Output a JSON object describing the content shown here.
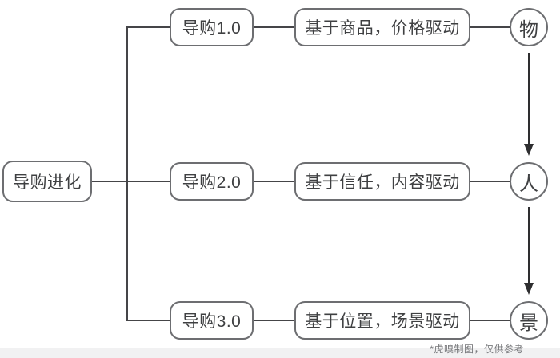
{
  "diagram": {
    "root": {
      "label": "导购进化"
    },
    "rows": [
      {
        "stage": "导购1.0",
        "basis": "基于商品，价格驱动",
        "node": "物"
      },
      {
        "stage": "导购2.0",
        "basis": "基于信任，内容驱动",
        "node": "人"
      },
      {
        "stage": "导购3.0",
        "basis": "基于位置，场景驱动",
        "node": "景"
      }
    ],
    "footnote": "*虎嗅制图，仅供参考"
  },
  "colors": {
    "background": "#ffffff",
    "box_border": "#6d6e71",
    "connector_line": "#454548",
    "text": "#3f4042",
    "footer_band": "#f1f1f2",
    "footnote_text": "#77787b"
  }
}
